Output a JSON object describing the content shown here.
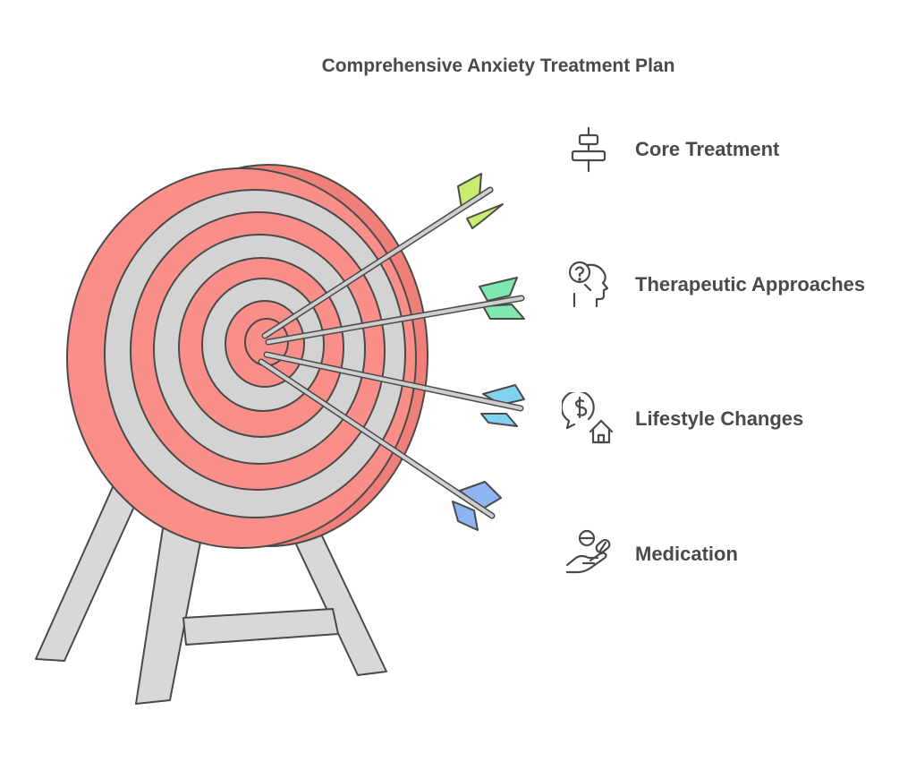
{
  "title": "Comprehensive Anxiety Treatment Plan",
  "items": [
    {
      "label": "Core Treatment",
      "icon": "align-center-icon",
      "fletch_color": "#c9ec6e"
    },
    {
      "label": "Therapeutic Approaches",
      "icon": "head-question-icon",
      "fletch_color": "#7fe8b0"
    },
    {
      "label": "Lifestyle Changes",
      "icon": "dollar-home-icon",
      "fletch_color": "#7fd3f0"
    },
    {
      "label": "Medication",
      "icon": "hand-pill-icon",
      "fletch_color": "#8fb4f2"
    }
  ],
  "colors": {
    "target_red": "#fa8f8a",
    "target_gray": "#d3d3d3",
    "stand": "#d8d8d8",
    "outline": "#4a4a4a"
  }
}
